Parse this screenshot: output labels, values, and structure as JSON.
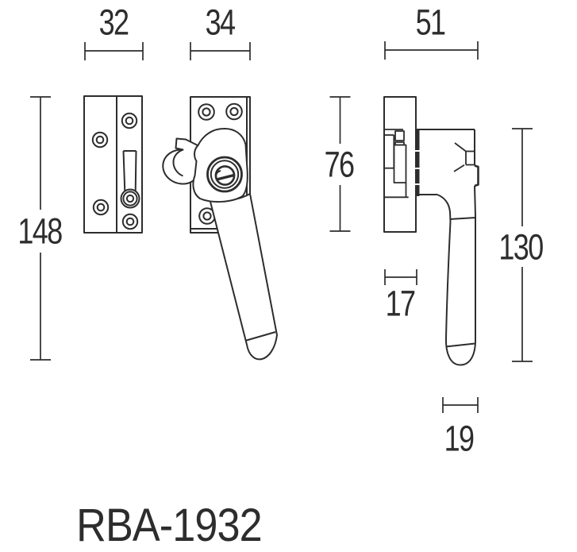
{
  "product": {
    "code": "RBA-1932"
  },
  "dimensions": {
    "keep_plate_width": "32",
    "fastener_plate_width": "34",
    "side_depth": "51",
    "overall_height": "148",
    "plate_height": "76",
    "side_overall_height": "130",
    "backset_depth": "17",
    "handle_width": "19"
  },
  "colors": {
    "line": "#2d2d2d",
    "background": "#ffffff"
  }
}
